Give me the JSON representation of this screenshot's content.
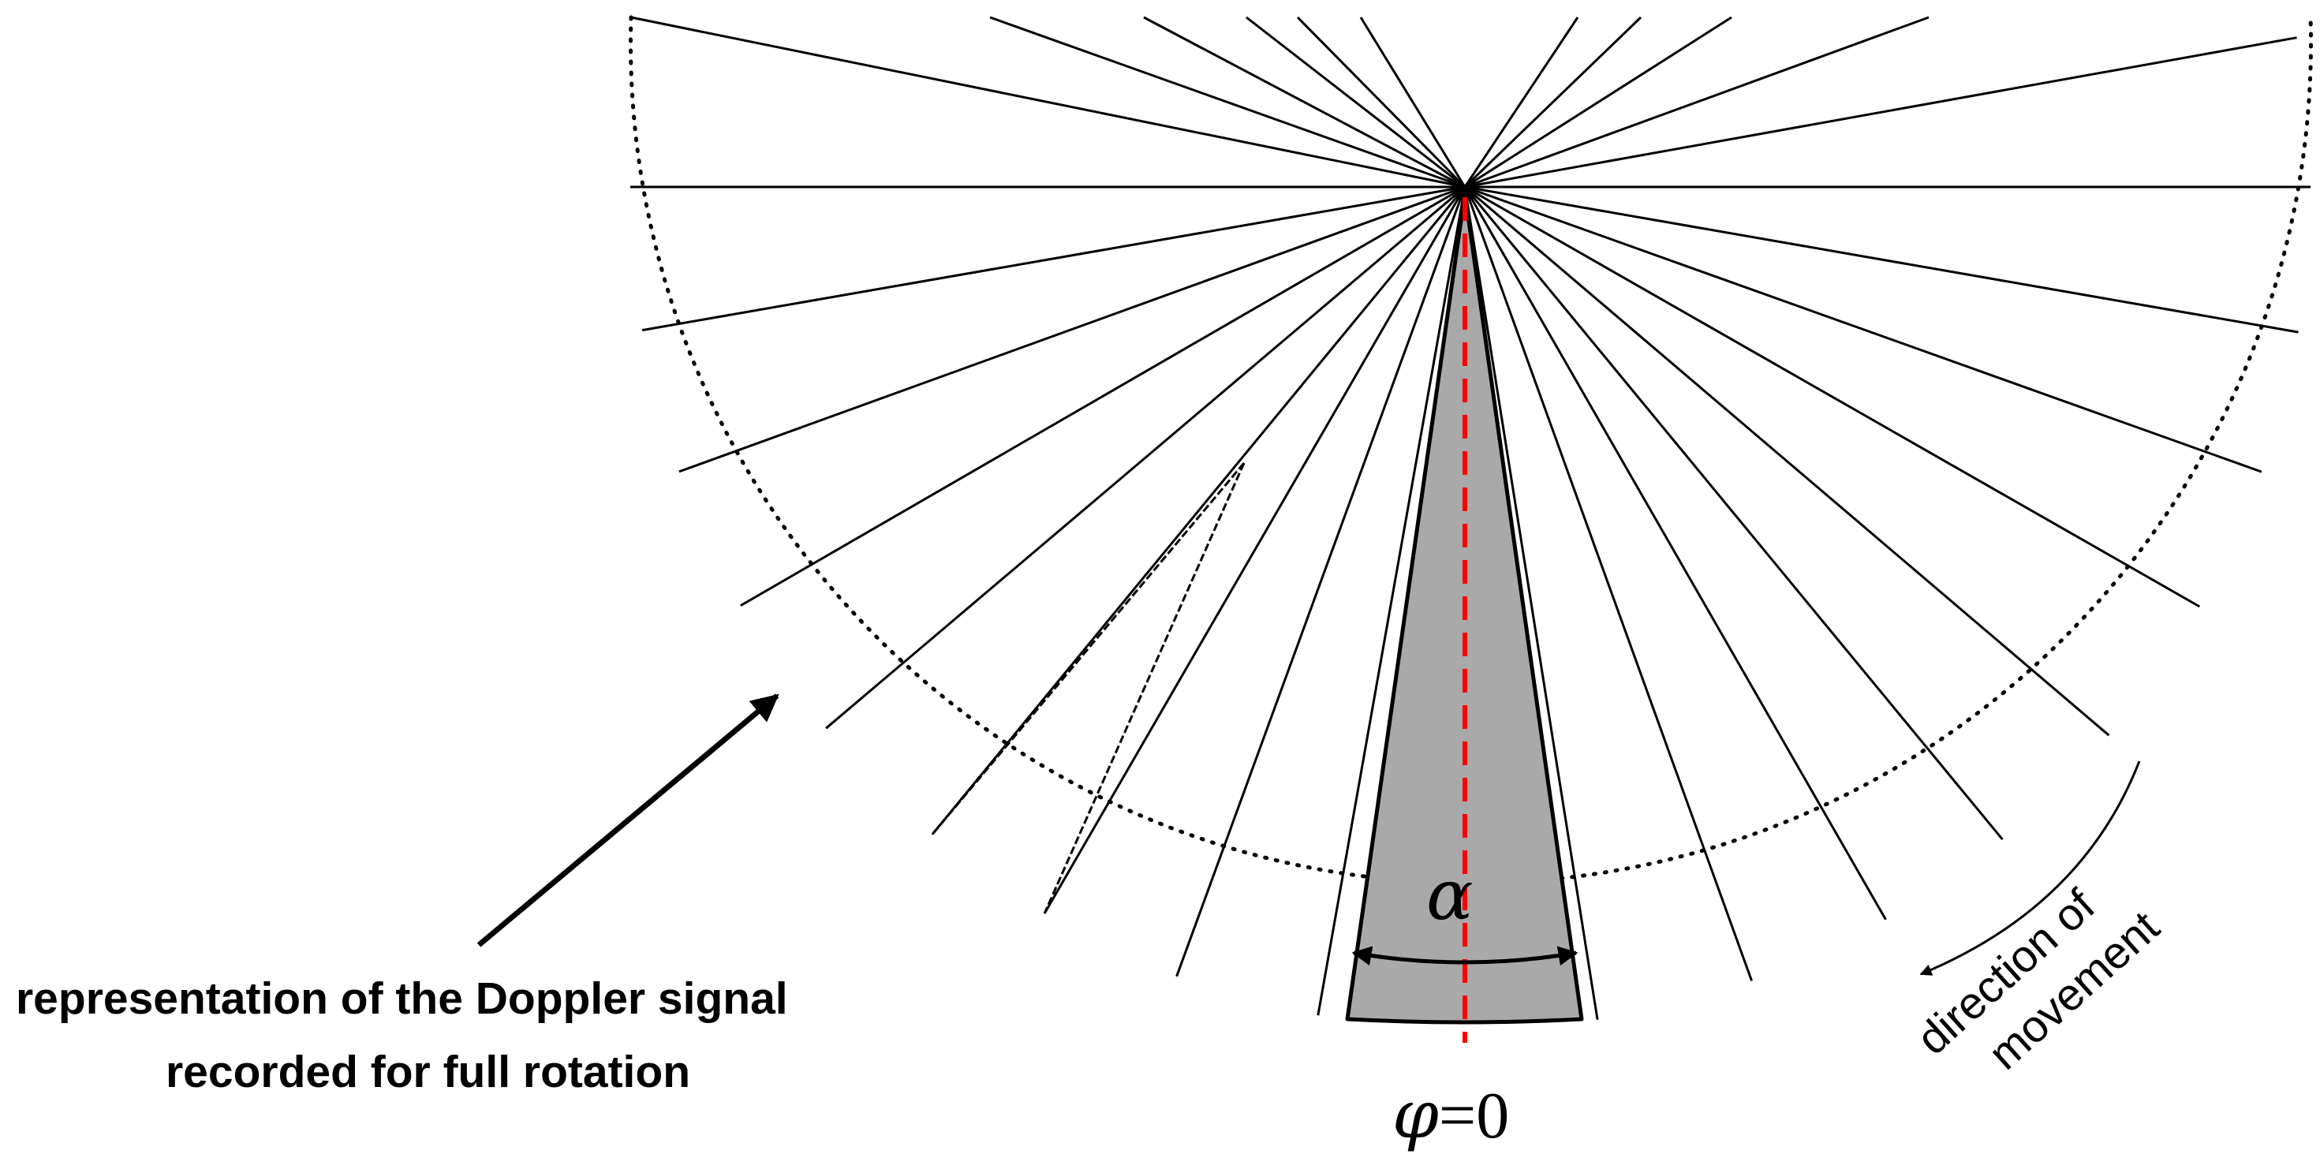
{
  "labels": {
    "signal_line1": "representation of the Doppler signal",
    "signal_line2": "recorded for full rotation",
    "alpha": "α",
    "phi": "φ",
    "phi_value": "=0",
    "movement_line1": "direction of",
    "movement_line2": "movement"
  },
  "colors": {
    "lines": "#000000",
    "sector_fill": "#a9a9a9",
    "center_axis": "#ff0000"
  }
}
